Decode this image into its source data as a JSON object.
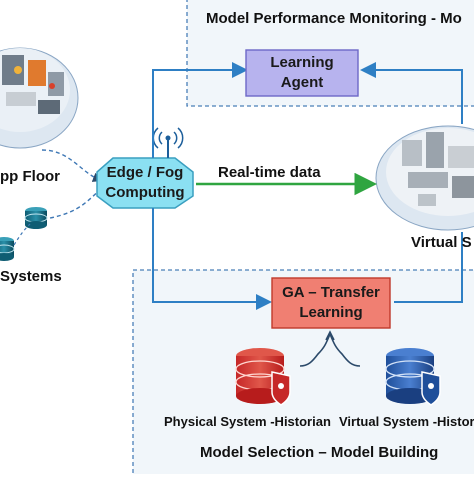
{
  "shop_floor_label": "pp Floor",
  "systems_label": "Systems",
  "monitoring_title": "Model Performance Monitoring - Mo",
  "learning_agent": {
    "line1": "Learning",
    "line2": "Agent"
  },
  "edge_fog": {
    "line1": "Edge / Fog",
    "line2": "Computing"
  },
  "realtime_label": "Real-time data",
  "virtual_label": "Virtual S",
  "ga_transfer": {
    "line1": "GA – Transfer",
    "line2": "Learning"
  },
  "physical_historian": "Physical System -Historian",
  "virtual_historian": "Virtual System -Historian",
  "model_selection_title": "Model Selection – Model Building",
  "colors": {
    "learning_agent_fill": "#b7b3ee",
    "edge_fill": "#8be0f2",
    "ga_fill": "#f07f72",
    "arrow_blue": "#2e7fc4",
    "arrow_green": "#2fa540",
    "dashed_border": "#4a7fb8",
    "panel_fill": "#f1f6fa"
  }
}
